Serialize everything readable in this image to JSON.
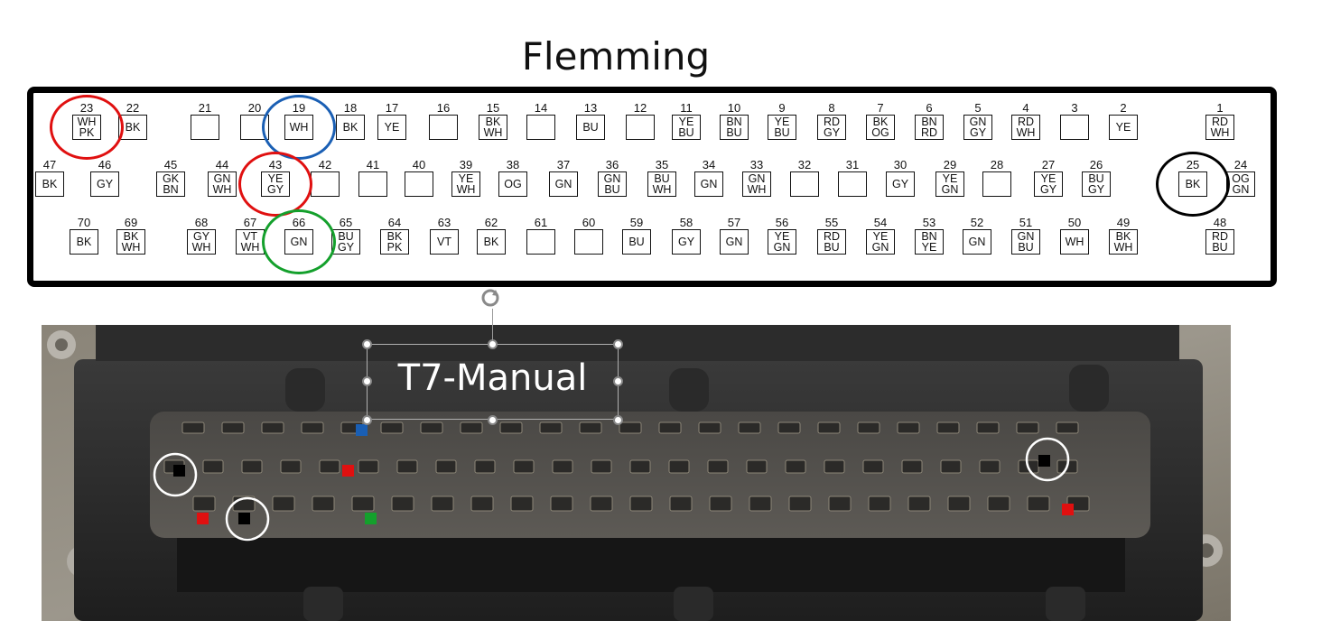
{
  "title": "Flemming",
  "photo_label": "T7-Manual",
  "colors": {
    "red": "#e01010",
    "blue": "#1a5fb4",
    "green": "#14a02c",
    "black": "#000000"
  },
  "icons": {
    "rotate": "rotate-handle-icon"
  },
  "pins": [
    {
      "n": "23",
      "c": [
        "WH",
        "PK"
      ]
    },
    {
      "n": "22",
      "c": [
        "BK"
      ]
    },
    {
      "n": "21",
      "c": []
    },
    {
      "n": "20",
      "c": []
    },
    {
      "n": "19",
      "c": [
        "WH"
      ]
    },
    {
      "n": "18",
      "c": [
        "BK"
      ]
    },
    {
      "n": "17",
      "c": [
        "YE"
      ]
    },
    {
      "n": "16",
      "c": []
    },
    {
      "n": "15",
      "c": [
        "BK",
        "WH"
      ]
    },
    {
      "n": "14",
      "c": []
    },
    {
      "n": "13",
      "c": [
        "BU"
      ]
    },
    {
      "n": "12",
      "c": []
    },
    {
      "n": "11",
      "c": [
        "YE",
        "BU"
      ]
    },
    {
      "n": "10",
      "c": [
        "BN",
        "BU"
      ]
    },
    {
      "n": "9",
      "c": [
        "YE",
        "BU"
      ]
    },
    {
      "n": "8",
      "c": [
        "RD",
        "GY"
      ]
    },
    {
      "n": "7",
      "c": [
        "BK",
        "OG"
      ]
    },
    {
      "n": "6",
      "c": [
        "BN",
        "RD"
      ]
    },
    {
      "n": "5",
      "c": [
        "GN",
        "GY"
      ]
    },
    {
      "n": "4",
      "c": [
        "RD",
        "WH"
      ]
    },
    {
      "n": "3",
      "c": []
    },
    {
      "n": "2",
      "c": [
        "YE"
      ]
    },
    {
      "n": "1",
      "c": [
        "RD",
        "WH"
      ]
    },
    {
      "n": "47",
      "c": [
        "BK"
      ]
    },
    {
      "n": "46",
      "c": [
        "GY"
      ]
    },
    {
      "n": "45",
      "c": [
        "GK",
        "BN"
      ]
    },
    {
      "n": "44",
      "c": [
        "GN",
        "WH"
      ]
    },
    {
      "n": "43",
      "c": [
        "YE",
        "GY"
      ]
    },
    {
      "n": "42",
      "c": []
    },
    {
      "n": "41",
      "c": []
    },
    {
      "n": "40",
      "c": []
    },
    {
      "n": "39",
      "c": [
        "YE",
        "WH"
      ]
    },
    {
      "n": "38",
      "c": [
        "OG"
      ]
    },
    {
      "n": "37",
      "c": [
        "GN"
      ]
    },
    {
      "n": "36",
      "c": [
        "GN",
        "BU"
      ]
    },
    {
      "n": "35",
      "c": [
        "BU",
        "WH"
      ]
    },
    {
      "n": "34",
      "c": [
        "GN"
      ]
    },
    {
      "n": "33",
      "c": [
        "GN",
        "WH"
      ]
    },
    {
      "n": "32",
      "c": []
    },
    {
      "n": "31",
      "c": []
    },
    {
      "n": "30",
      "c": [
        "GY"
      ]
    },
    {
      "n": "29",
      "c": [
        "YE",
        "GN"
      ]
    },
    {
      "n": "28",
      "c": []
    },
    {
      "n": "27",
      "c": [
        "YE",
        "GY"
      ]
    },
    {
      "n": "26",
      "c": [
        "BU",
        "GY"
      ]
    },
    {
      "n": "25",
      "c": [
        "BK"
      ]
    },
    {
      "n": "24",
      "c": [
        "OG",
        "GN"
      ]
    },
    {
      "n": "70",
      "c": [
        "BK"
      ]
    },
    {
      "n": "69",
      "c": [
        "BK",
        "WH"
      ]
    },
    {
      "n": "68",
      "c": [
        "GY",
        "WH"
      ]
    },
    {
      "n": "67",
      "c": [
        "VT",
        "WH"
      ]
    },
    {
      "n": "66",
      "c": [
        "GN"
      ]
    },
    {
      "n": "65",
      "c": [
        "BU",
        "GY"
      ]
    },
    {
      "n": "64",
      "c": [
        "BK",
        "PK"
      ]
    },
    {
      "n": "63",
      "c": [
        "VT"
      ]
    },
    {
      "n": "62",
      "c": [
        "BK"
      ]
    },
    {
      "n": "61",
      "c": []
    },
    {
      "n": "60",
      "c": []
    },
    {
      "n": "59",
      "c": [
        "BU"
      ]
    },
    {
      "n": "58",
      "c": [
        "GY"
      ]
    },
    {
      "n": "57",
      "c": [
        "GN"
      ]
    },
    {
      "n": "56",
      "c": [
        "YE",
        "GN"
      ]
    },
    {
      "n": "55",
      "c": [
        "RD",
        "BU"
      ]
    },
    {
      "n": "54",
      "c": [
        "YE",
        "GN"
      ]
    },
    {
      "n": "53",
      "c": [
        "BN",
        "YE"
      ]
    },
    {
      "n": "52",
      "c": [
        "GN"
      ]
    },
    {
      "n": "51",
      "c": [
        "GN",
        "BU"
      ]
    },
    {
      "n": "50",
      "c": [
        "WH"
      ]
    },
    {
      "n": "49",
      "c": [
        "BK",
        "WH"
      ]
    },
    {
      "n": "48",
      "c": [
        "RD",
        "BU"
      ]
    }
  ],
  "highlights": [
    {
      "pin": "23",
      "color": "red"
    },
    {
      "pin": "19",
      "color": "blue"
    },
    {
      "pin": "43",
      "color": "red"
    },
    {
      "pin": "66",
      "color": "green"
    },
    {
      "pin": "25",
      "color": "black"
    }
  ]
}
